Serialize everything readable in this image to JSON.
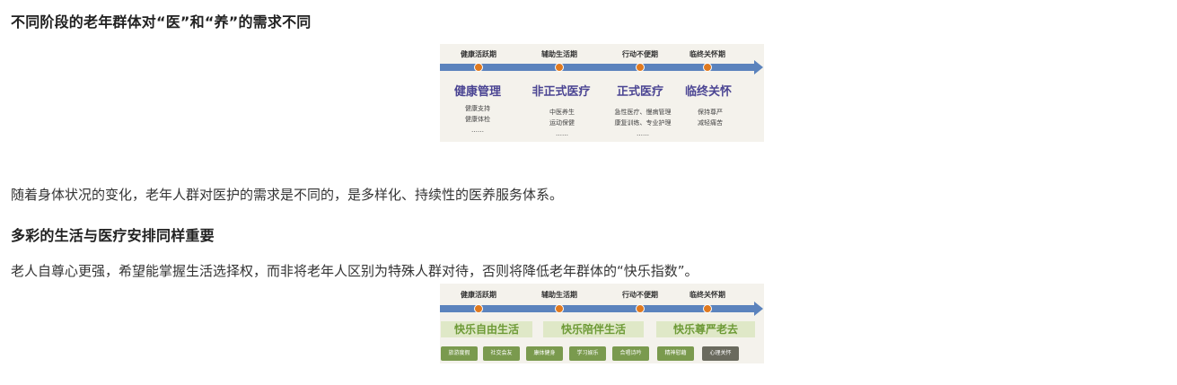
{
  "article": {
    "heading1": "不同阶段的老年群体对“医”和“养”的需求不同",
    "paragraph1": "随着身体状况的变化，老年人群对医护的需求是不同的，是多样化、持续性的医养服务体系。",
    "heading2": "多彩的生活与医疗安排同样重要",
    "paragraph2": "老人自尊心更强，希望能掌握生活选择权，而非将老年人区别为特殊人群对待，否则将降低老年群体的“快乐指数”。"
  },
  "figure1": {
    "stages": [
      "健康活跃期",
      "辅助生活期",
      "行动不便期",
      "临终关怀期"
    ],
    "care_types": [
      "健康管理",
      "非正式医疗",
      "正式医疗",
      "临终关怀"
    ],
    "details": [
      [
        "健康支持",
        "健康体检",
        "……"
      ],
      [
        "中医养生",
        "运动保健",
        "……"
      ],
      [
        "急性医疗、慢病管理",
        "康复训练、专业护理",
        "……"
      ],
      [
        "保持尊严",
        "减轻痛苦"
      ]
    ],
    "colors": {
      "timeline": "#5b83bd",
      "dot": "#e07a1f",
      "care_label": "#4b4593"
    }
  },
  "figure2": {
    "stages": [
      "健康活跃期",
      "辅助生活期",
      "行动不便期",
      "临终关怀期"
    ],
    "banners": [
      "快乐自由生活",
      "快乐陪伴生活",
      "快乐尊严老去"
    ],
    "pills": [
      "旅游度假",
      "社交会友",
      "康体健身",
      "学习娱乐",
      "合唱诗吟",
      "精神慰藉",
      "心理关怀"
    ],
    "colors": {
      "banner_bg": "#dfe8c7",
      "banner_text": "#6d9a36",
      "pill": "#7a9a4e"
    }
  }
}
